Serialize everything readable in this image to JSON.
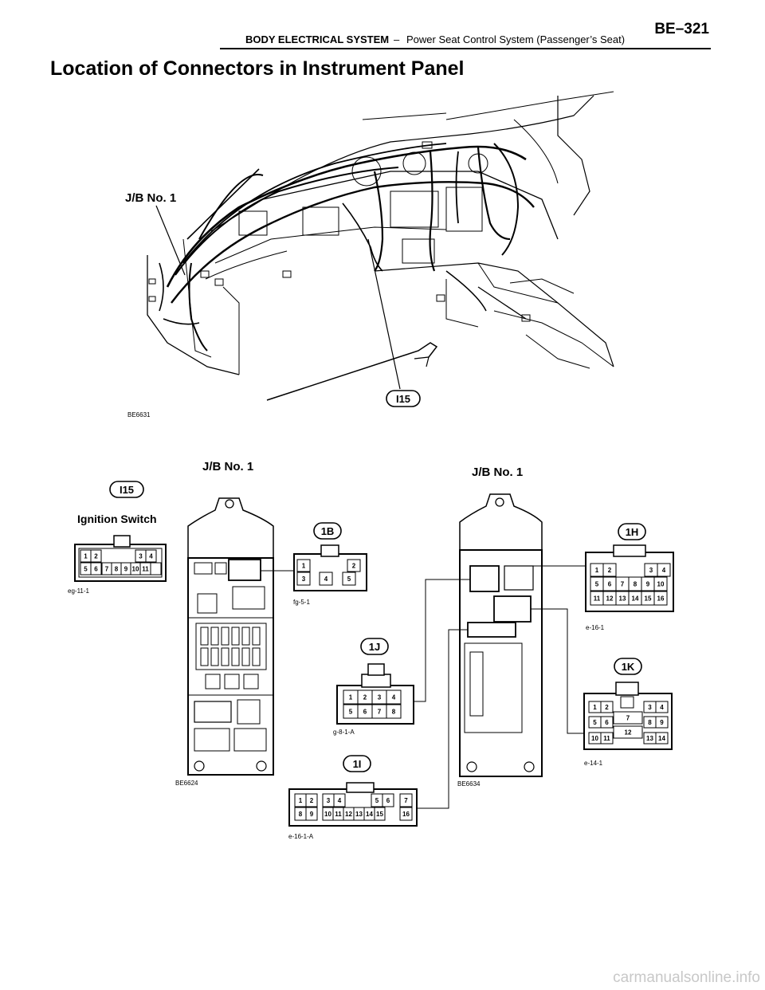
{
  "header": {
    "section": "BODY ELECTRICAL SYSTEM",
    "separator": "–",
    "subsection": "Power Seat Control System (Passenger’s Seat)",
    "page": "BE–321"
  },
  "title": "Location of Connectors in Instrument Panel",
  "overview": {
    "jb_label": "J/B No. 1",
    "i15_label": "I15",
    "code": "BE6631"
  },
  "ignition": {
    "badge": "I15",
    "name": "Ignition Switch",
    "pins": [
      "1",
      "2",
      "3",
      "4",
      "5",
      "6",
      "7",
      "8",
      "9",
      "10",
      "11"
    ],
    "code": "eg-11-1"
  },
  "jb_left": {
    "label": "J/B No. 1",
    "code": "BE6624"
  },
  "jb_right": {
    "label": "J/B No. 1",
    "code": "BE6634"
  },
  "connectors": {
    "c1b": {
      "badge": "1B",
      "pins": [
        "1",
        "2",
        "3",
        "4",
        "5"
      ],
      "code": "fg-5-1"
    },
    "c1h": {
      "badge": "1H",
      "pins": [
        "1",
        "2",
        "3",
        "4",
        "5",
        "6",
        "7",
        "8",
        "9",
        "10",
        "11",
        "12",
        "13",
        "14",
        "15",
        "16"
      ],
      "code": "e-16-1"
    },
    "c1j": {
      "badge": "1J",
      "pins": [
        "1",
        "2",
        "3",
        "4",
        "5",
        "6",
        "7",
        "8"
      ],
      "code": "g-8-1-A"
    },
    "c1k": {
      "badge": "1K",
      "pins": [
        "1",
        "2",
        "3",
        "4",
        "5",
        "6",
        "7",
        "8",
        "9",
        "10",
        "11",
        "12",
        "13",
        "14"
      ],
      "code": "e-14-1"
    },
    "c1i": {
      "badge": "1I",
      "pins": [
        "1",
        "2",
        "3",
        "4",
        "5",
        "6",
        "7",
        "8",
        "9",
        "10",
        "11",
        "12",
        "13",
        "14",
        "15",
        "16"
      ],
      "code": "e-16-1-A"
    }
  },
  "watermark": "carmanualsonline.info"
}
